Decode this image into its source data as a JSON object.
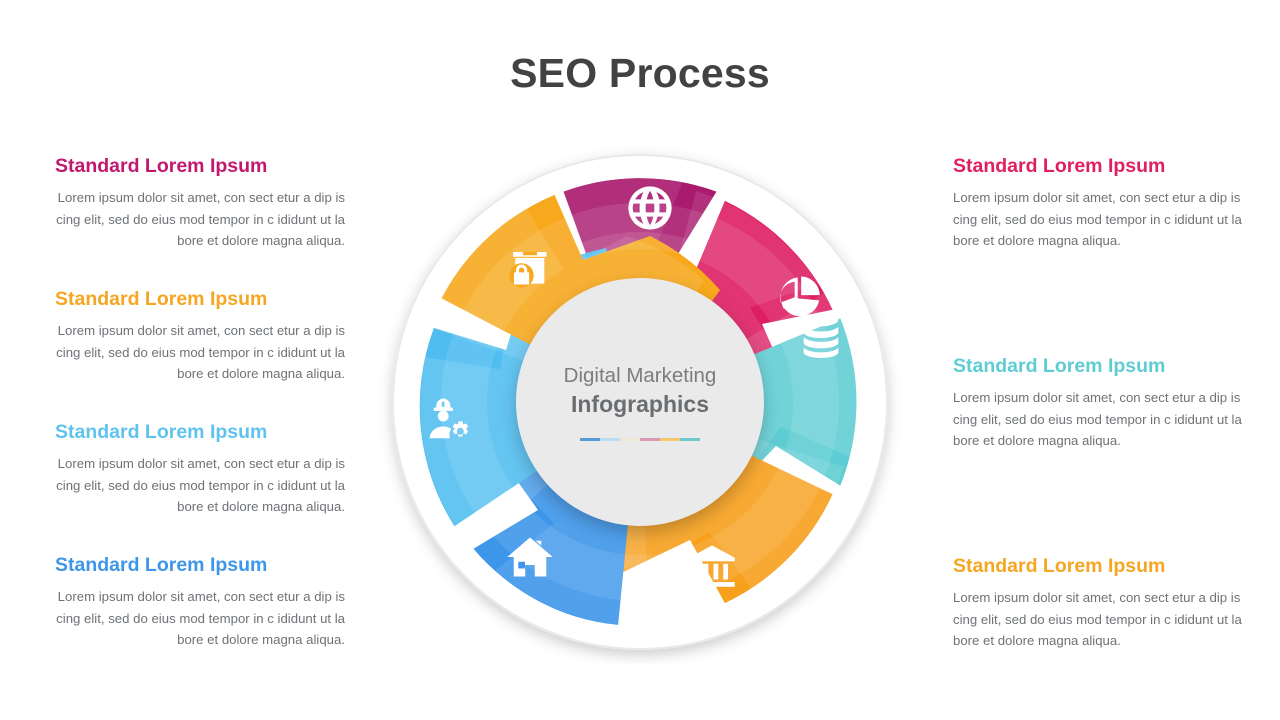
{
  "title": "SEO Process",
  "hub": {
    "line1": "Digital Marketing",
    "line2": "Infographics",
    "divider_colors": [
      "#5b9bd5",
      "#b9dcf0",
      "#efe7d6",
      "#d998b4",
      "#f5c76e",
      "#6ec9cf"
    ]
  },
  "body_text": "Lorem ipsum dolor sit  amet, con sect etur a dip  is cing elit,  sed do eius mod tempor in c ididunt ut la bore et dolore magna aliqua.",
  "left_blocks": [
    {
      "heading": "Standard Lorem Ipsum",
      "color": "#c2186f",
      "body": "Lorem ipsum dolor sit  amet, con sect etur a dip  is cing elit,  sed do eius mod tempor in c ididunt ut la bore et dolore magna aliqua."
    },
    {
      "heading": "Standard Lorem Ipsum",
      "color": "#f5a623",
      "body": "Lorem ipsum dolor sit  amet, con sect etur a dip  is cing elit,  sed do eius mod tempor in c ididunt ut la bore et dolore magna aliqua."
    },
    {
      "heading": "Standard Lorem Ipsum",
      "color": "#5ec3ef",
      "body": "Lorem ipsum dolor sit  amet, con sect etur a dip  is cing elit,  sed do eius mod tempor in c ididunt ut la bore et dolore magna aliqua."
    },
    {
      "heading": "Standard Lorem Ipsum",
      "color": "#3d96ea",
      "body": "Lorem ipsum dolor sit  amet, con sect etur a dip  is cing elit,  sed do eius mod tempor in c ididunt ut la bore et dolore magna aliqua."
    }
  ],
  "right_blocks": [
    {
      "heading": "Standard Lorem Ipsum",
      "color": "#e01f61",
      "body": "Lorem ipsum dolor sit  amet, con sect etur a dip  is cing elit,  sed do eius mod tempor in c ididunt ut la bore et dolore magna aliqua."
    },
    {
      "heading": "Standard Lorem Ipsum",
      "color": "#5ecdd3",
      "body": "Lorem ipsum dolor sit  amet, con sect etur a dip  is cing elit,  sed do eius mod tempor in c ididunt ut la bore et dolore magna aliqua."
    },
    {
      "heading": "Standard Lorem Ipsum",
      "color": "#f5a623",
      "body": "Lorem ipsum dolor sit  amet, con sect etur a dip  is cing elit,  sed do eius mod tempor in c ididunt ut la bore et dolore magna aliqua."
    }
  ],
  "wheel": {
    "ring_background": "#ffffff",
    "segments": [
      {
        "name": "globe-segment",
        "icon": "globe-icon",
        "color": "#aa1a6e"
      },
      {
        "name": "pie-chart-segment",
        "icon": "pie-chart-icon",
        "color": "#dd1f62"
      },
      {
        "name": "database-segment",
        "icon": "database-icon",
        "color": "#5ecdd3"
      },
      {
        "name": "bank-segment",
        "icon": "bank-icon",
        "color": "#f7a01c"
      },
      {
        "name": "house-segment",
        "icon": "house-icon",
        "color": "#3d96ea"
      },
      {
        "name": "engineer-segment",
        "icon": "engineer-gear-icon",
        "color": "#4fbdf0"
      },
      {
        "name": "secure-box-segment",
        "icon": "box-lock-icon",
        "color": "#f7a81c"
      }
    ]
  }
}
